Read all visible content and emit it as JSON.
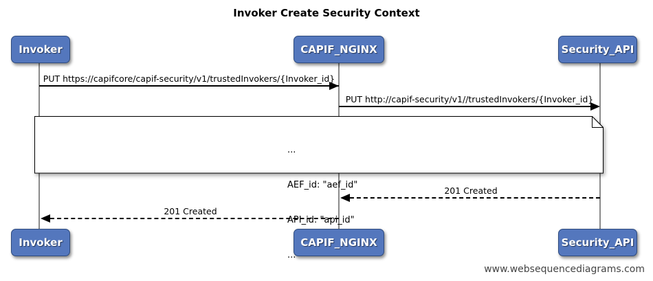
{
  "title": "Invoker Create Security Context",
  "actors": [
    {
      "name": "Invoker"
    },
    {
      "name": "CAPIF_NGINX"
    },
    {
      "name": "Security_API"
    }
  ],
  "messages": [
    {
      "label": "PUT https://capifcore/capif-security/v1/trustedInvokers/{Invoker_id}",
      "from": "Invoker",
      "to": "CAPIF_NGINX",
      "style": "solid"
    },
    {
      "label": "PUT http://capif-security/v1//trustedInvokers/{Invoker_id}",
      "from": "CAPIF_NGINX",
      "to": "Security_API",
      "style": "solid"
    },
    {
      "label": "201 Created",
      "from": "Security_API",
      "to": "CAPIF_NGINX",
      "style": "dashed"
    },
    {
      "label": "201 Created",
      "from": "CAPIF_NGINX",
      "to": "Invoker",
      "style": "dashed"
    }
  ],
  "note": {
    "lines": [
      "...",
      "AEF_id: \"aef_id\"",
      "API_id: \"api_id\"",
      "..."
    ]
  },
  "footer": "www.websequencediagrams.com",
  "colors": {
    "actor_fill": "#5477BD",
    "actor_border": "#2E4B7E",
    "actor_text": "#FFFFFF",
    "lifeline": "#8A8A8A",
    "arrow": "#000000",
    "note_fill": "#FFFFFF",
    "note_border": "#000000",
    "footer_text": "#444444"
  }
}
